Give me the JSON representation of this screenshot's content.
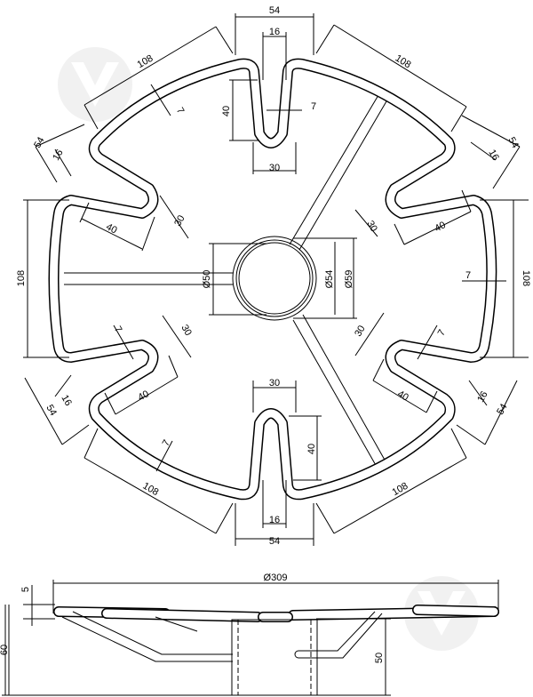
{
  "top_view": {
    "dims": {
      "top_width": "54",
      "top_slot": "16",
      "top_slot_depth": "40",
      "top_wire": "7",
      "top_slot_base": "30",
      "ul_arc": "108",
      "ul_wire": "7",
      "ul_width": "54",
      "ul_slot": "16",
      "ul_slot_depth": "40",
      "ul_slot_base": "30",
      "ur_arc": "108",
      "ur_width": "54",
      "ur_slot": "16",
      "ur_slot_base": "30",
      "ur_slot_depth": "40",
      "left_chord": "108",
      "right_chord": "108",
      "right_wire": "7",
      "hub_inner": "Ø50",
      "hub_mid": "Ø54",
      "hub_outer": "Ø59",
      "ll_wire": "7",
      "ll_slot_base": "30",
      "ll_slot": "16",
      "ll_width": "54",
      "ll_slot_depth": "40",
      "lr_slot_base": "30",
      "lr_wire": "7",
      "lr_slot_depth": "40",
      "lr_slot": "16",
      "lr_width": "54",
      "bottom_slot_base": "30",
      "bottom_slot_depth": "40",
      "bottom_wire": "7",
      "bottom_slot": "16",
      "bottom_width": "54",
      "ll_arc": "108",
      "lr_arc": "108"
    }
  },
  "side_view": {
    "dims": {
      "diameter": "Ø309",
      "wire_thickness": "5",
      "total_height": "60",
      "sleeve_height": "50"
    }
  }
}
